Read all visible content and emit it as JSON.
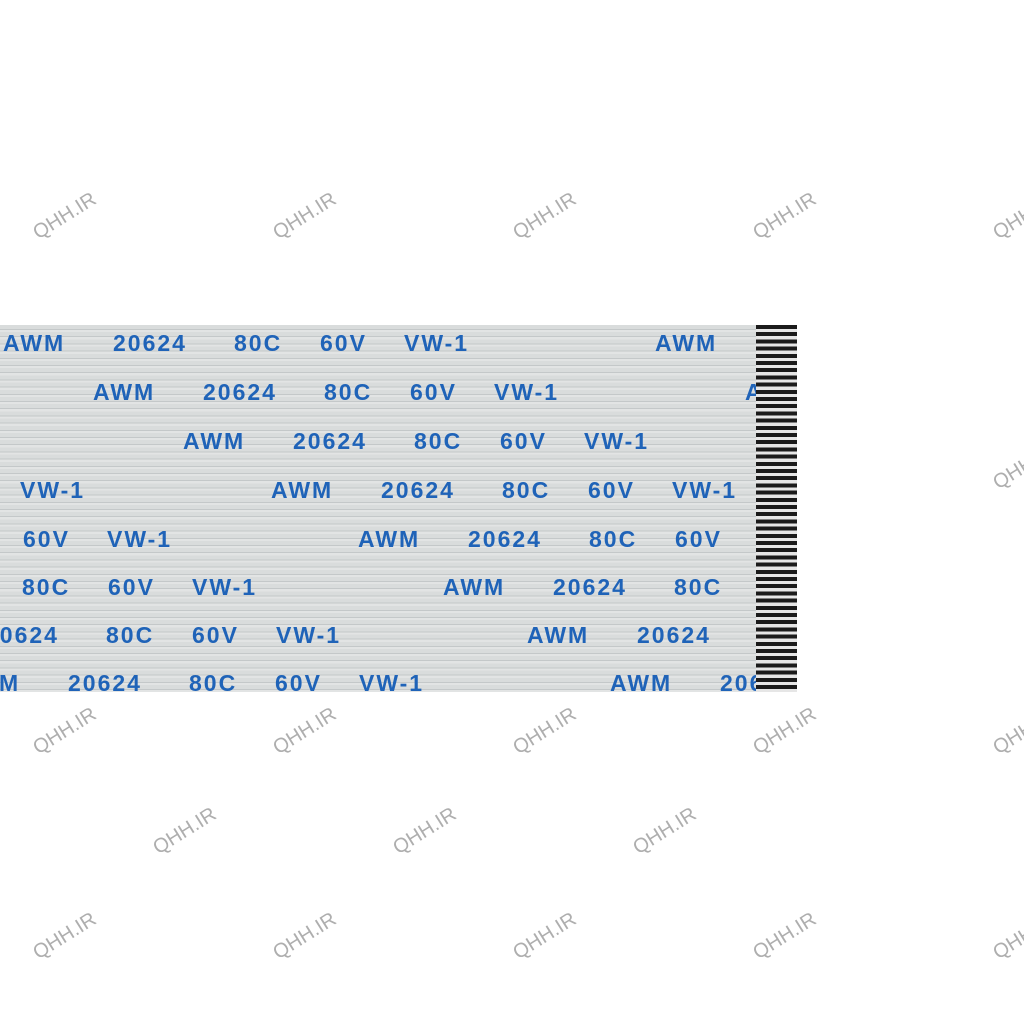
{
  "cable_marking": [
    "AWM",
    "20624",
    "80C",
    "60V",
    "VW-1"
  ],
  "watermark": "QHH.IR",
  "colors": {
    "print": "#1f63b8",
    "cable": "#d9dcdc",
    "contacts": "#1b1b1b"
  }
}
